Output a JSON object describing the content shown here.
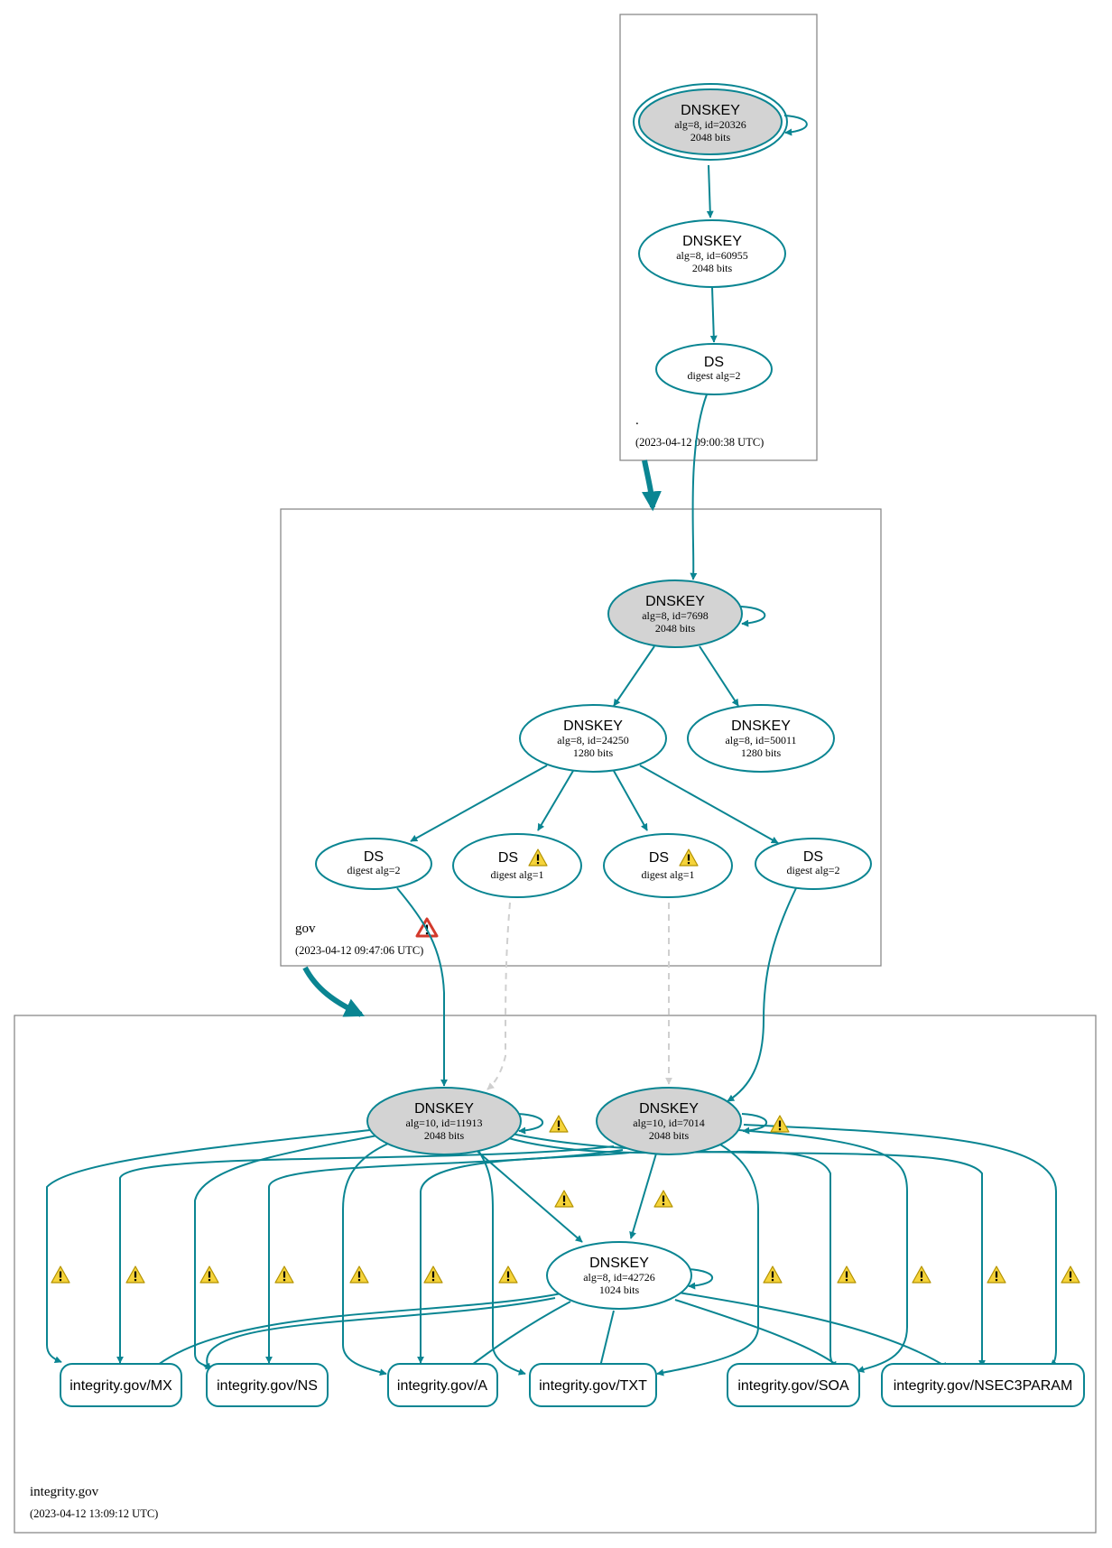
{
  "colors": {
    "edge": "#0a8592",
    "ksk_fill": "#d3d3d3",
    "dashed": "#cfcfcf",
    "warning": "#f5d33a",
    "error": "#d33a2c",
    "box": "#8a8a8a"
  },
  "zones": {
    "root": {
      "name": ".",
      "time": "(2023-04-12 09:00:38 UTC)",
      "nodes": [
        {
          "kind": "DNSKEY",
          "title": "DNSKEY",
          "line1": "alg=8, id=20326",
          "line2": "2048 bits",
          "filled": true,
          "double": true,
          "self_loop": true
        },
        {
          "kind": "DNSKEY",
          "title": "DNSKEY",
          "line1": "alg=8, id=60955",
          "line2": "2048 bits",
          "filled": false
        },
        {
          "kind": "DS",
          "title": "DS",
          "line1": "digest alg=2",
          "filled": false
        }
      ]
    },
    "gov": {
      "name": "gov",
      "time": "(2023-04-12 09:47:06 UTC)",
      "zone_icon": "error-icon",
      "nodes": [
        {
          "kind": "DNSKEY",
          "title": "DNSKEY",
          "line1": "alg=8, id=7698",
          "line2": "2048 bits",
          "filled": true,
          "self_loop": true
        },
        {
          "kind": "DNSKEY",
          "title": "DNSKEY",
          "line1": "alg=8, id=24250",
          "line2": "1280 bits",
          "filled": false
        },
        {
          "kind": "DNSKEY",
          "title": "DNSKEY",
          "line1": "alg=8, id=50011",
          "line2": "1280 bits",
          "filled": false
        },
        {
          "kind": "DS",
          "title": "DS",
          "line1": "digest alg=2",
          "filled": false
        },
        {
          "kind": "DS",
          "title": "DS",
          "line1": "digest alg=1",
          "filled": false,
          "icon": "warning-icon"
        },
        {
          "kind": "DS",
          "title": "DS",
          "line1": "digest alg=1",
          "filled": false,
          "icon": "warning-icon"
        },
        {
          "kind": "DS",
          "title": "DS",
          "line1": "digest alg=2",
          "filled": false
        }
      ]
    },
    "integrity": {
      "name": "integrity.gov",
      "time": "(2023-04-12 13:09:12 UTC)",
      "nodes": [
        {
          "kind": "DNSKEY",
          "title": "DNSKEY",
          "line1": "alg=10, id=11913",
          "line2": "2048 bits",
          "filled": true,
          "self_loop": true,
          "icon": "warning-icon"
        },
        {
          "kind": "DNSKEY",
          "title": "DNSKEY",
          "line1": "alg=10, id=7014",
          "line2": "2048 bits",
          "filled": true,
          "self_loop": true,
          "icon": "warning-icon"
        },
        {
          "kind": "DNSKEY",
          "title": "DNSKEY",
          "line1": "alg=8, id=42726",
          "line2": "1024 bits",
          "filled": false,
          "self_loop": true
        }
      ],
      "rrsets": [
        "integrity.gov/MX",
        "integrity.gov/NS",
        "integrity.gov/A",
        "integrity.gov/TXT",
        "integrity.gov/SOA",
        "integrity.gov/NSEC3PARAM"
      ]
    }
  },
  "edge_icons": {
    "key_to_key": [
      "warning-icon",
      "warning-icon"
    ],
    "signature_rows": [
      "warning-icon",
      "warning-icon",
      "warning-icon",
      "warning-icon",
      "warning-icon",
      "warning-icon",
      "warning-icon",
      "warning-icon",
      "warning-icon",
      "warning-icon",
      "warning-icon",
      "warning-icon"
    ]
  }
}
